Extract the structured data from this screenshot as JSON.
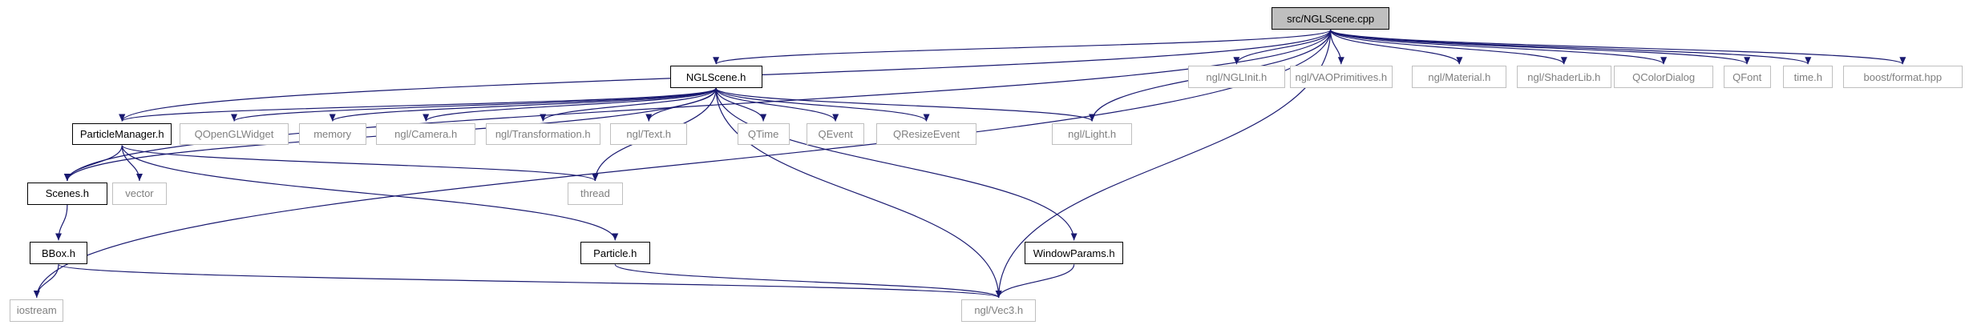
{
  "diagram": {
    "nodes": [
      {
        "id": "root",
        "label": "src/NGLScene.cpp",
        "kind": "root"
      },
      {
        "id": "nglscene",
        "label": "NGLScene.h",
        "kind": "internal"
      },
      {
        "id": "particlemanager",
        "label": "ParticleManager.h",
        "kind": "internal"
      },
      {
        "id": "scenes",
        "label": "Scenes.h",
        "kind": "internal"
      },
      {
        "id": "bbox",
        "label": "BBox.h",
        "kind": "internal"
      },
      {
        "id": "particle",
        "label": "Particle.h",
        "kind": "internal"
      },
      {
        "id": "windowparams",
        "label": "WindowParams.h",
        "kind": "internal"
      },
      {
        "id": "iostream",
        "label": "iostream",
        "kind": "external"
      },
      {
        "id": "vector",
        "label": "vector",
        "kind": "external"
      },
      {
        "id": "thread",
        "label": "thread",
        "kind": "external"
      },
      {
        "id": "vec3",
        "label": "ngl/Vec3.h",
        "kind": "external"
      },
      {
        "id": "qopengl",
        "label": "QOpenGLWidget",
        "kind": "external"
      },
      {
        "id": "memory",
        "label": "memory",
        "kind": "external"
      },
      {
        "id": "camera",
        "label": "ngl/Camera.h",
        "kind": "external"
      },
      {
        "id": "transformation",
        "label": "ngl/Transformation.h",
        "kind": "external"
      },
      {
        "id": "text",
        "label": "ngl/Text.h",
        "kind": "external"
      },
      {
        "id": "qtime",
        "label": "QTime",
        "kind": "external"
      },
      {
        "id": "qevent",
        "label": "QEvent",
        "kind": "external"
      },
      {
        "id": "qresize",
        "label": "QResizeEvent",
        "kind": "external"
      },
      {
        "id": "light",
        "label": "ngl/Light.h",
        "kind": "external"
      },
      {
        "id": "nglinit",
        "label": "ngl/NGLInit.h",
        "kind": "external"
      },
      {
        "id": "vaoprim",
        "label": "ngl/VAOPrimitives.h",
        "kind": "external"
      },
      {
        "id": "material",
        "label": "ngl/Material.h",
        "kind": "external"
      },
      {
        "id": "shaderlib",
        "label": "ngl/ShaderLib.h",
        "kind": "external"
      },
      {
        "id": "qcolordialog",
        "label": "QColorDialog",
        "kind": "external"
      },
      {
        "id": "qfont",
        "label": "QFont",
        "kind": "external"
      },
      {
        "id": "timeh",
        "label": "time.h",
        "kind": "external"
      },
      {
        "id": "boostformat",
        "label": "boost/format.hpp",
        "kind": "external"
      }
    ],
    "edges": [
      [
        "root",
        "nglscene"
      ],
      [
        "root",
        "particlemanager"
      ],
      [
        "root",
        "scenes"
      ],
      [
        "root",
        "iostream"
      ],
      [
        "root",
        "light"
      ],
      [
        "root",
        "vec3"
      ],
      [
        "root",
        "nglinit"
      ],
      [
        "root",
        "vaoprim"
      ],
      [
        "root",
        "material"
      ],
      [
        "root",
        "shaderlib"
      ],
      [
        "root",
        "qcolordialog"
      ],
      [
        "root",
        "qfont"
      ],
      [
        "root",
        "timeh"
      ],
      [
        "root",
        "boostformat"
      ],
      [
        "nglscene",
        "particlemanager"
      ],
      [
        "nglscene",
        "scenes"
      ],
      [
        "nglscene",
        "qopengl"
      ],
      [
        "nglscene",
        "memory"
      ],
      [
        "nglscene",
        "camera"
      ],
      [
        "nglscene",
        "transformation"
      ],
      [
        "nglscene",
        "text"
      ],
      [
        "nglscene",
        "qtime"
      ],
      [
        "nglscene",
        "qevent"
      ],
      [
        "nglscene",
        "qresize"
      ],
      [
        "nglscene",
        "light"
      ],
      [
        "nglscene",
        "thread"
      ],
      [
        "nglscene",
        "vec3"
      ],
      [
        "nglscene",
        "windowparams"
      ],
      [
        "particlemanager",
        "scenes"
      ],
      [
        "particlemanager",
        "vector"
      ],
      [
        "particlemanager",
        "thread"
      ],
      [
        "particlemanager",
        "particle"
      ],
      [
        "scenes",
        "bbox"
      ],
      [
        "bbox",
        "iostream"
      ],
      [
        "bbox",
        "vec3"
      ],
      [
        "particle",
        "vec3"
      ],
      [
        "windowparams",
        "vec3"
      ]
    ],
    "colors": {
      "edge": "#191970",
      "internal_border": "#000000",
      "external_border": "#bfbfbf",
      "external_text": "#7f7f7f",
      "root_fill": "#bfbfbf"
    }
  }
}
